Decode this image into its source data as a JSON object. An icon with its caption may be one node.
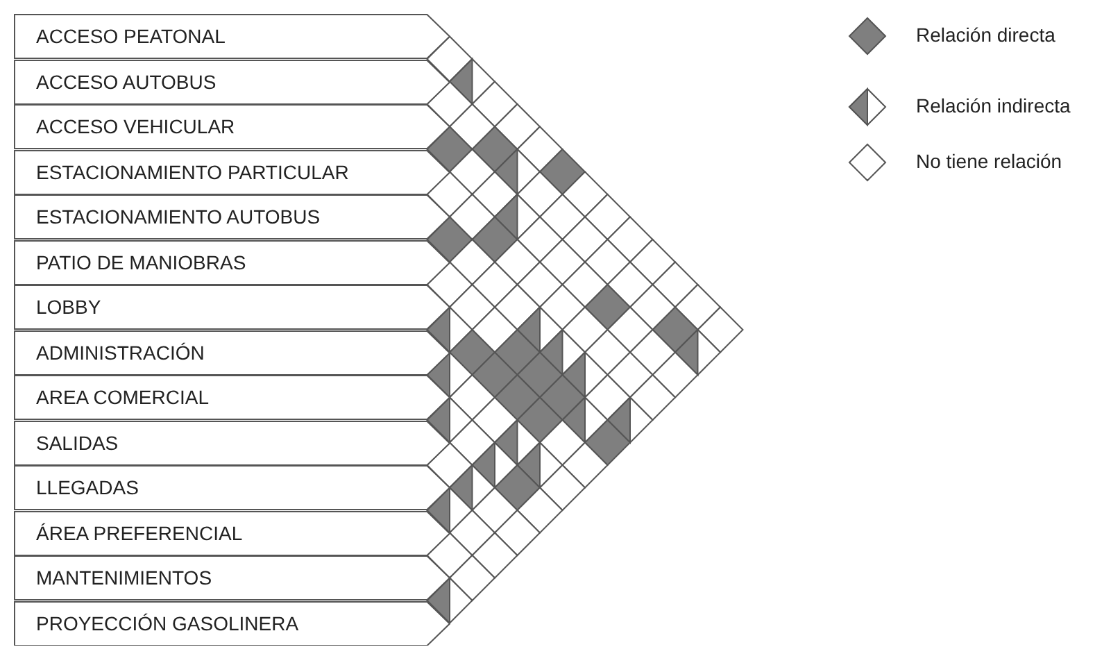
{
  "diagram": {
    "nodes": [
      {
        "text": [
          "ACCESO PEATONAL"
        ]
      },
      {
        "text": [
          "ACCESO AUTOBUS"
        ]
      },
      {
        "text": [
          "ACCESO VEHICULAR"
        ]
      },
      {
        "text": [
          "ESTACIONAMIENTO PARTICULAR"
        ]
      },
      {
        "text": [
          "ESTACIONAMIENTO AUTOBUS"
        ]
      },
      {
        "text": [
          "PATIO DE MANIOBRAS"
        ]
      },
      {
        "text": [
          "LOBBY"
        ]
      },
      {
        "text": [
          "ADMINISTRACIÓN"
        ]
      },
      {
        "text": [
          "AREA COMERCIAL"
        ]
      },
      {
        "text": [
          "SALIDAS"
        ]
      },
      {
        "text": [
          "LLEGADAS"
        ]
      },
      {
        "text": [
          "ÁREA PREFERENCIAL"
        ]
      },
      {
        "text": [
          "MANTENIMIENTOS"
        ]
      },
      {
        "text": [
          "PROYECCIÓN GASOLINERA"
        ]
      }
    ],
    "edges": [],
    "legend": [
      {
        "text": "Relación directa"
      },
      {
        "text": "Relación indirecta"
      },
      {
        "text": "No tiene relación"
      }
    ]
  }
}
